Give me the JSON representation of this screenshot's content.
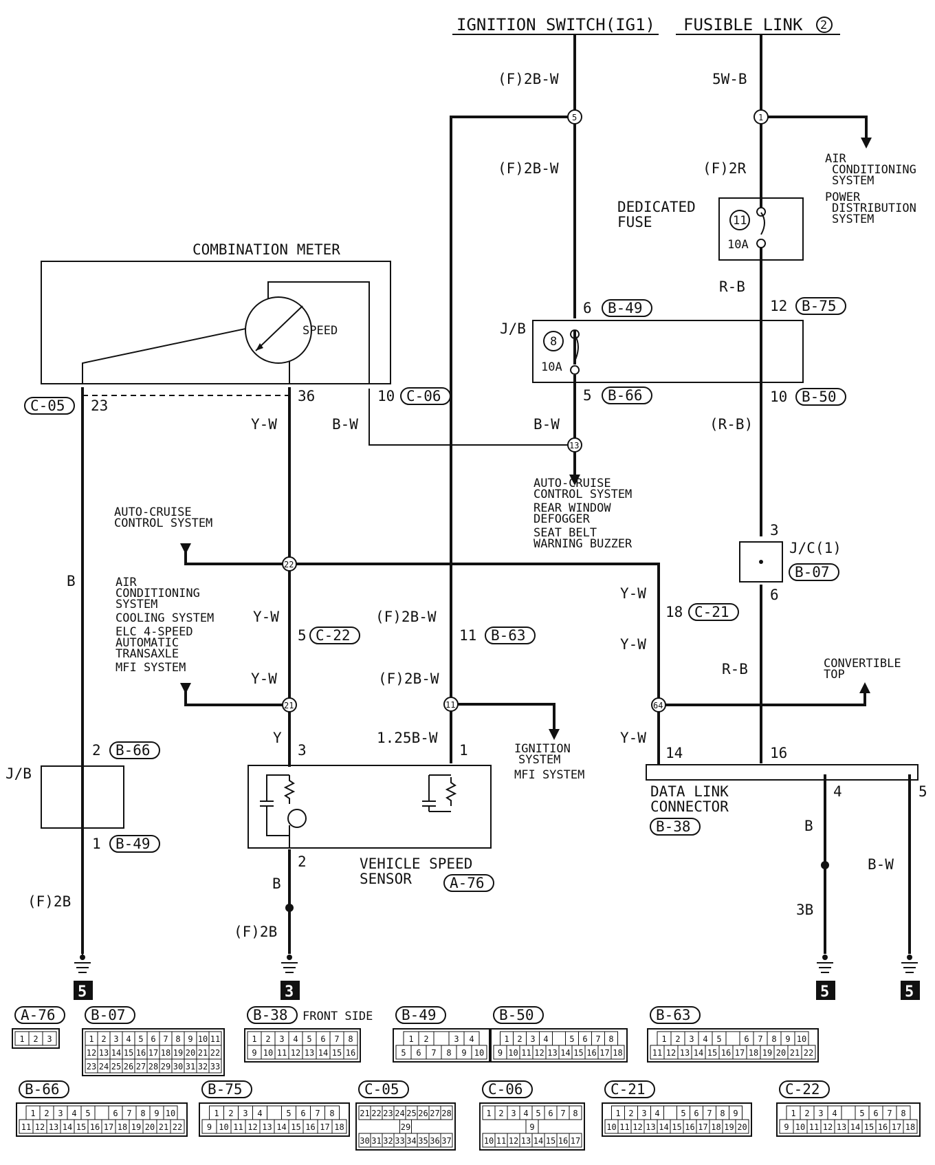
{
  "top": {
    "ignition_switch": "IGNITION SWITCH(IG1)",
    "fusible_link": "FUSIBLE LINK",
    "fusible_link_num": "2"
  },
  "wires": {
    "f_2bw_1": "(F)2B-W",
    "f_2bw_2": "(F)2B-W",
    "w_5wb": "5W-B",
    "f_2r": "(F)2R",
    "r_b_1": "R-B",
    "b_w_jb": "B-W",
    "r_b_paren": "(R-B)",
    "y_w_36": "Y-W",
    "b_w_10": "B-W",
    "b_left": "B",
    "y_w_5": "Y-W",
    "y_w_21": "Y-W",
    "f_2bw_11": "(F)2B-W",
    "f_2bw_node11": "(F)2B-W",
    "y_w_18a": "Y-W",
    "y_w_18b": "Y-W",
    "r_b_2": "R-B",
    "y_w_14": "Y-W",
    "y_3": "Y",
    "w_125bw": "1.25B-W",
    "b_2": "B",
    "f_2b_left": "(F)2B",
    "f_2b_mid": "(F)2B",
    "b_4": "B",
    "bw_5": "B-W",
    "w_3b": "3B"
  },
  "components": {
    "combination_meter": "COMBINATION METER",
    "speed": "SPEED",
    "dedicated_fuse_1": "DEDICATED",
    "dedicated_fuse_2": "FUSE",
    "fuse11_num": "11",
    "fuse11_amp": "10A",
    "jb": "J/B",
    "fuse8_num": "8",
    "fuse8_amp": "10A",
    "jc1": "J/C(1)",
    "jb_left": "J/B",
    "vss_1": "VEHICLE SPEED",
    "vss_2": "SENSOR",
    "dlc_1": "DATA LINK",
    "dlc_2": "CONNECTOR"
  },
  "connectors": {
    "c05": "C-05",
    "c06": "C-06",
    "b49": "B-49",
    "b75": "B-75",
    "b66": "B-66",
    "b50": "B-50",
    "b07": "B-07",
    "c21": "C-21",
    "c22": "C-22",
    "b63": "B-63",
    "b66_left": "B-66",
    "b49_left": "B-49",
    "a76": "A-76",
    "b38": "B-38"
  },
  "pins": {
    "p23": "23",
    "p36": "36",
    "p10_c06": "10",
    "p6_b49": "6",
    "p12_b75": "12",
    "p5_b66": "5",
    "p10_b50": "10",
    "p3_jc": "3",
    "p6_jc": "6",
    "p18": "18",
    "p5_c22": "5",
    "p11_b63": "11",
    "p2_b66": "2",
    "p1_b49": "1",
    "p3_vss": "3",
    "p1_vss": "1",
    "p2_vss": "2",
    "p14": "14",
    "p16": "16",
    "p4": "4",
    "p5": "5"
  },
  "nodes": {
    "n5": "5",
    "n1": "1",
    "n13": "13",
    "n22": "22",
    "n21": "21",
    "n11": "11",
    "n64": "64"
  },
  "notes": {
    "ac_1": "AIR",
    "ac_2": "CONDITIONING",
    "ac_3": "SYSTEM",
    "pd_1": "POWER",
    "pd_2": "DISTRIBUTION",
    "pd_3": "SYSTEM",
    "jb_out_1": "AUTO-CRUISE",
    "jb_out_2": "CONTROL SYSTEM",
    "jb_out_3": "REAR WINDOW",
    "jb_out_4": "DEFOGGER",
    "jb_out_5": "SEAT BELT",
    "jb_out_6": "WARNING BUZZER",
    "acs_1": "AUTO-CRUISE",
    "acs_2": "CONTROL SYSTEM",
    "left_1": "AIR",
    "left_2": "CONDITIONING",
    "left_3": "SYSTEM",
    "left_4": "COOLING SYSTEM",
    "left_5": "ELC 4-SPEED",
    "left_6": "AUTOMATIC",
    "left_7": "TRANSAXLE",
    "left_8": "MFI SYSTEM",
    "ign_1": "IGNITION",
    "ign_2": "SYSTEM",
    "ign_3": "MFI SYSTEM",
    "conv_1": "CONVERTIBLE",
    "conv_2": "TOP"
  },
  "grounds": {
    "g1": "5",
    "g2": "3",
    "g3": "5",
    "g4": "5"
  },
  "legend": {
    "a76": {
      "name": "A-76",
      "rows": [
        [
          "1",
          "2",
          "3"
        ]
      ]
    },
    "b07": {
      "name": "B-07",
      "rows": [
        [
          "1",
          "2",
          "3",
          "4",
          "5",
          "6",
          "7",
          "8",
          "9",
          "10",
          "11"
        ],
        [
          "12",
          "13",
          "14",
          "15",
          "16",
          "17",
          "18",
          "19",
          "20",
          "21",
          "22"
        ],
        [
          "23",
          "24",
          "25",
          "26",
          "27",
          "28",
          "29",
          "30",
          "31",
          "32",
          "33"
        ]
      ]
    },
    "b38": {
      "name": "B-38",
      "suffix": "FRONT SIDE",
      "rows": [
        [
          "1",
          "2",
          "3",
          "4",
          "5",
          "6",
          "7",
          "8"
        ],
        [
          "9",
          "10",
          "11",
          "12",
          "13",
          "14",
          "15",
          "16"
        ]
      ]
    },
    "b49": {
      "name": "B-49",
      "rows": [
        [
          "1",
          "2",
          "",
          "3",
          "4"
        ],
        [
          "5",
          "6",
          "7",
          "8",
          "9",
          "10"
        ]
      ]
    },
    "b50": {
      "name": "B-50",
      "rows": [
        [
          "1",
          "2",
          "3",
          "4",
          "",
          "5",
          "6",
          "7",
          "8"
        ],
        [
          "9",
          "10",
          "11",
          "12",
          "13",
          "14",
          "15",
          "16",
          "17",
          "18"
        ]
      ]
    },
    "b63": {
      "name": "B-63",
      "rows": [
        [
          "1",
          "2",
          "3",
          "4",
          "5",
          "",
          "6",
          "7",
          "8",
          "9",
          "10"
        ],
        [
          "11",
          "12",
          "13",
          "14",
          "15",
          "16",
          "17",
          "18",
          "19",
          "20",
          "21",
          "22"
        ]
      ]
    },
    "b66": {
      "name": "B-66",
      "rows": [
        [
          "1",
          "2",
          "3",
          "4",
          "5",
          "",
          "6",
          "7",
          "8",
          "9",
          "10"
        ],
        [
          "11",
          "12",
          "13",
          "14",
          "15",
          "16",
          "17",
          "18",
          "19",
          "20",
          "21",
          "22"
        ]
      ]
    },
    "b75": {
      "name": "B-75",
      "rows": [
        [
          "1",
          "2",
          "3",
          "4",
          "",
          "5",
          "6",
          "7",
          "8"
        ],
        [
          "9",
          "10",
          "11",
          "12",
          "13",
          "14",
          "15",
          "16",
          "17",
          "18"
        ]
      ]
    },
    "c05": {
      "name": "C-05",
      "rows": [
        [
          "21",
          "22",
          "23",
          "24",
          "25",
          "26",
          "27",
          "28"
        ],
        [
          "29"
        ],
        [
          "30",
          "31",
          "32",
          "33",
          "34",
          "35",
          "36",
          "37"
        ]
      ]
    },
    "c06": {
      "name": "C-06",
      "rows": [
        [
          "1",
          "2",
          "3",
          "4",
          "5",
          "6",
          "7",
          "8"
        ],
        [
          "9"
        ],
        [
          "10",
          "11",
          "12",
          "13",
          "14",
          "15",
          "16",
          "17"
        ]
      ]
    },
    "c21": {
      "name": "C-21",
      "rows": [
        [
          "1",
          "2",
          "3",
          "4",
          "",
          "5",
          "6",
          "7",
          "8",
          "9"
        ],
        [
          "10",
          "11",
          "12",
          "13",
          "14",
          "15",
          "16",
          "17",
          "18",
          "19",
          "20"
        ]
      ]
    },
    "c22": {
      "name": "C-22",
      "rows": [
        [
          "1",
          "2",
          "3",
          "4",
          "",
          "5",
          "6",
          "7",
          "8"
        ],
        [
          "9",
          "10",
          "11",
          "12",
          "13",
          "14",
          "15",
          "16",
          "17",
          "18"
        ]
      ]
    }
  }
}
